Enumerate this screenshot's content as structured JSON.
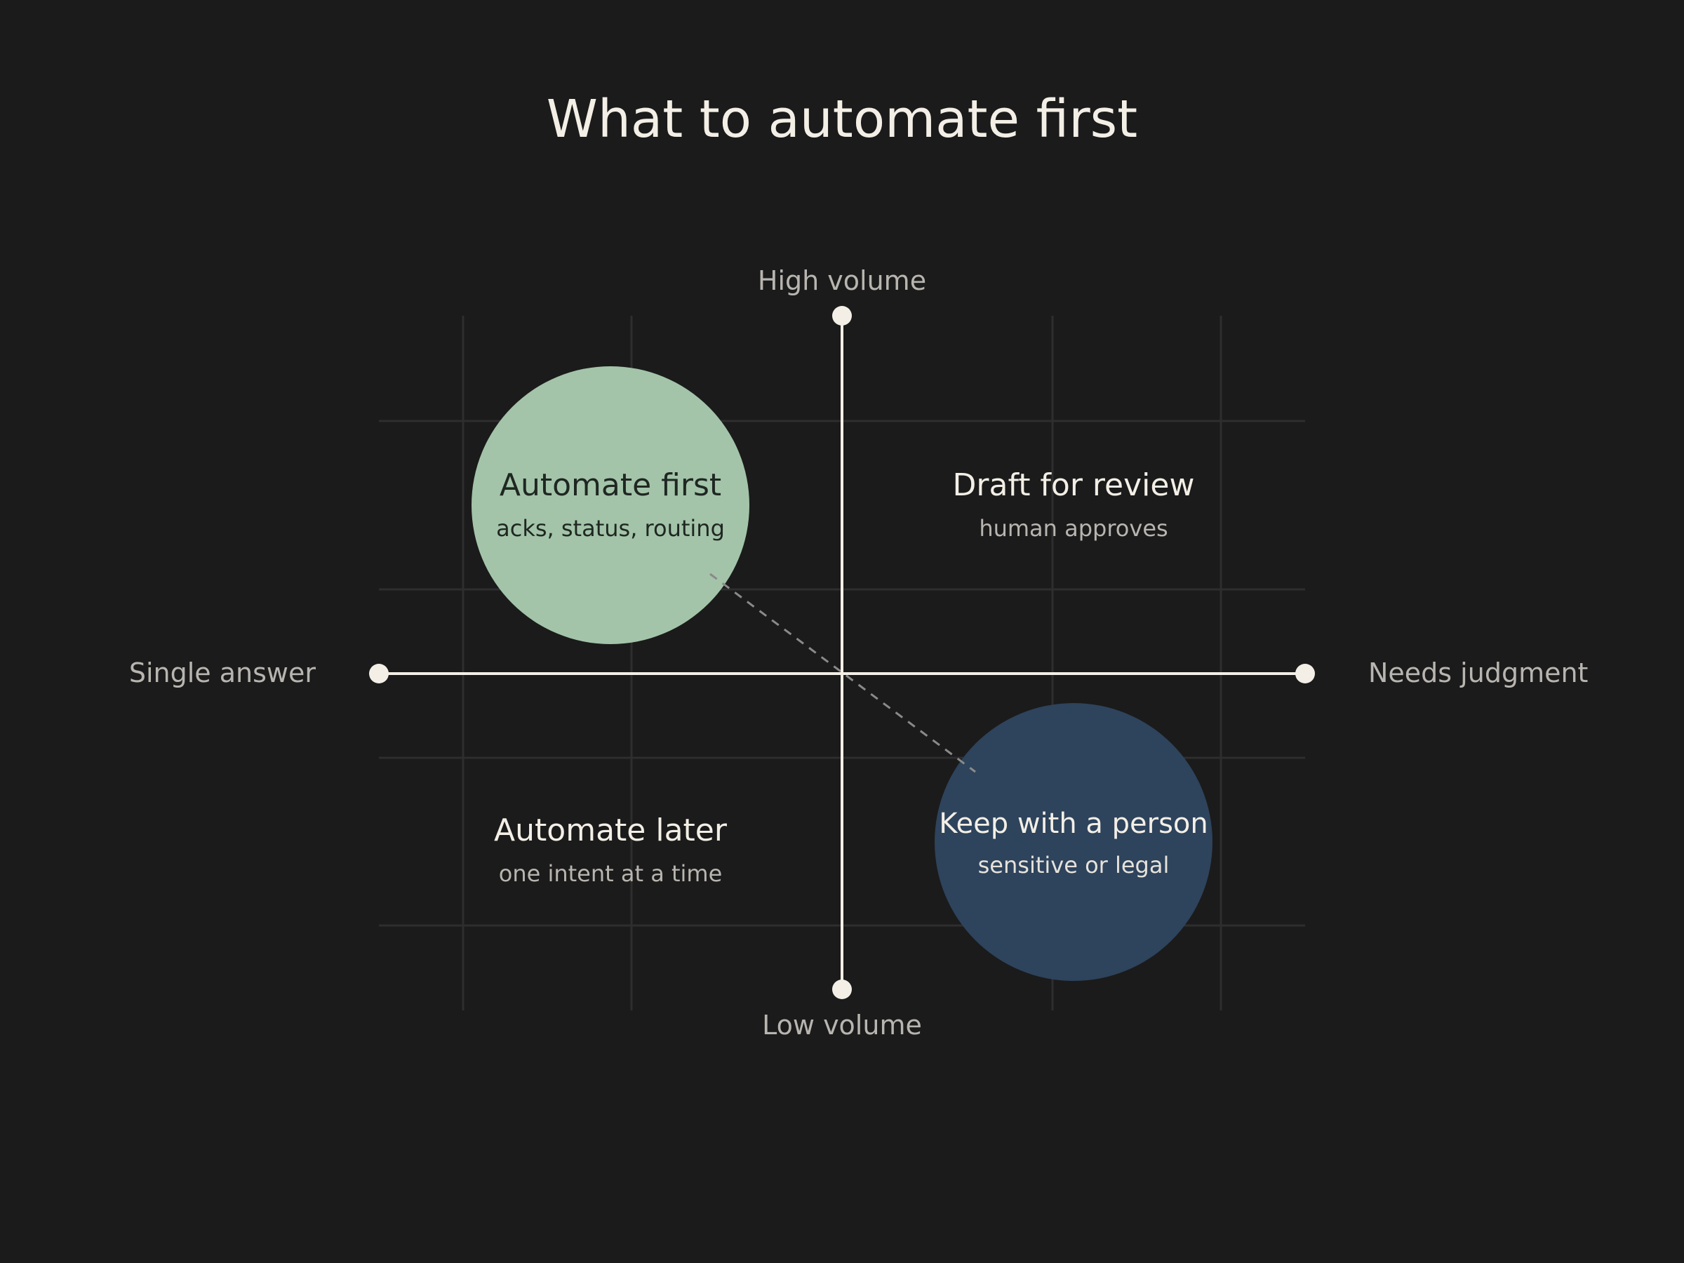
{
  "title": "What to automate first",
  "axes": {
    "top": "High volume",
    "bottom": "Low volume",
    "left": "Single answer",
    "right": "Needs judgment"
  },
  "quadrants": {
    "top_left": {
      "title": "Automate first",
      "subtitle": "acks, status, routing"
    },
    "top_right": {
      "title": "Draft for review",
      "subtitle": "human approves"
    },
    "bottom_left": {
      "title": "Automate later",
      "subtitle": "one intent at a time"
    },
    "bottom_right": {
      "title": "Keep with a person",
      "subtitle": "sensitive or legal"
    }
  },
  "colors": {
    "background": "#1b1b1b",
    "axis": "#f3efe6",
    "grid": "#2e2e2e",
    "highlight_green": "#a3c4a9",
    "highlight_navy": "#2e435c",
    "text_dark": "#1f2722",
    "text_light": "#f3efe6",
    "text_muted": "#b8b5b0",
    "connector": "#8a8a8a"
  }
}
